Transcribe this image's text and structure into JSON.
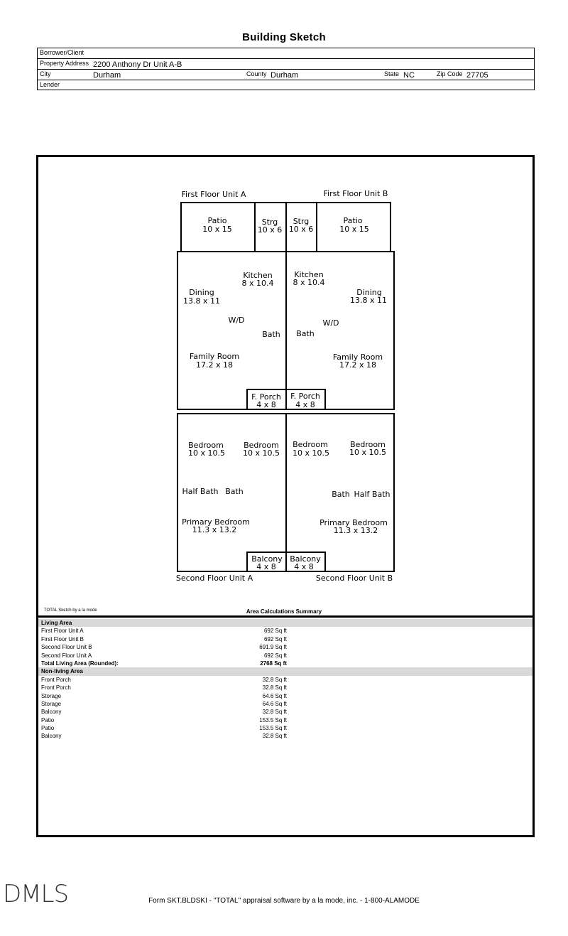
{
  "title": "Building Sketch",
  "header": {
    "borrower_label": "Borrower/Client",
    "borrower_value": "",
    "address_label": "Property Address",
    "address_value": "2200 Anthony Dr Unit A-B",
    "city_label": "City",
    "city_value": "Durham",
    "county_label": "County",
    "county_value": "Durham",
    "state_label": "State",
    "state_value": "NC",
    "zip_label": "Zip Code",
    "zip_value": "27705",
    "lender_label": "Lender",
    "lender_value": ""
  },
  "sketch": {
    "first_floor_a": "First Floor Unit A",
    "first_floor_b": "First Floor Unit B",
    "second_floor_a": "Second Floor Unit A",
    "second_floor_b": "Second Floor Unit B",
    "patio_name": "Patio",
    "patio_dim": "10 x 15",
    "strg_name": "Strg",
    "strg_dim": "10 x 6",
    "kitchen_name": "Kitchen",
    "kitchen_dim": "8 x 10.4",
    "dining_name": "Dining",
    "dining_dim": "13.8 x 11",
    "wd": "W/D",
    "bath": "Bath",
    "family_name": "Family Room",
    "family_dim": "17.2 x 18",
    "porch_name": "F. Porch",
    "porch_dim": "4 x 8",
    "bedroom_name": "Bedroom",
    "bedroom_dim": "10 x 10.5",
    "half_bath": "Half Bath",
    "primary_name": "Primary Bedroom",
    "primary_dim": "11.3 x 13.2",
    "balcony_name": "Balcony",
    "balcony_dim": "4 x 8"
  },
  "total_sketch_label": "TOTAL Sketch by a la mode",
  "area_summary_title": "Area Calculations Summary",
  "living_area": {
    "header": "Living Area",
    "rows": [
      {
        "name": "First Floor Unit A",
        "value": "692 Sq ft"
      },
      {
        "name": "First Floor Unit B",
        "value": "692 Sq ft"
      },
      {
        "name": "Second Floor Unit B",
        "value": "691.9 Sq ft"
      },
      {
        "name": "Second Floor Unit A",
        "value": "692 Sq ft"
      }
    ],
    "total_label": "Total Living Area (Rounded):",
    "total_value": "2768 Sq ft"
  },
  "non_living_area": {
    "header": "Non-living Area",
    "rows": [
      {
        "name": "Front Porch",
        "value": "32.8 Sq ft"
      },
      {
        "name": "Front Porch",
        "value": "32.8 Sq ft"
      },
      {
        "name": "Storage",
        "value": "64.6 Sq ft"
      },
      {
        "name": "Storage",
        "value": "64.6 Sq ft"
      },
      {
        "name": "Balcony",
        "value": "32.8 Sq ft"
      },
      {
        "name": "Patio",
        "value": "153.5 Sq ft"
      },
      {
        "name": "Patio",
        "value": "153.5 Sq ft"
      },
      {
        "name": "Balcony",
        "value": "32.8 Sq ft"
      }
    ]
  },
  "logo_text": "DMLS",
  "footer": "Form SKT.BLDSKI - \"TOTAL\" appraisal software by a la mode, inc. - 1-800-ALAMODE"
}
